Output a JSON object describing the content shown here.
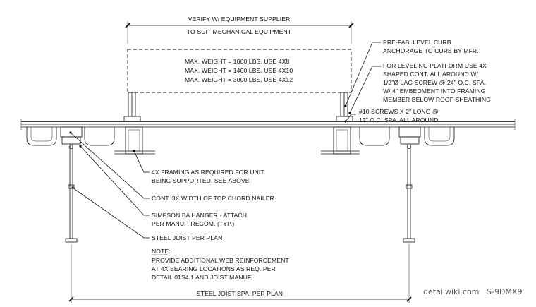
{
  "dimensions": {
    "top_1": "VERIFY W/ EQUIPMENT SUPPLIER",
    "top_2": "TO SUIT MECHANICAL EQUIPMENT",
    "bottom": "STEEL JOIST SPA. PER PLAN"
  },
  "equipment": [
    "MAX. WEIGHT = 1000 LBS. USE 4X8",
    "MAX. WEIGHT = 1400 LBS. USE 4X10",
    "MAX. WEIGHT = 3000 LBS. USE 4X12"
  ],
  "callouts_right": {
    "curb": [
      "PRE-FAB. LEVEL CURB",
      "ANCHORAGE TO CURB BY MFR."
    ],
    "platform": [
      "FOR LEVELING PLATFORM USE 4X",
      "SHAPED CONT. ALL AROUND W/",
      "1/2\"Ø LAG SCREW @ 24\" O.C. SPA.",
      "W/ 4\" EMBEDMENT INTO FRAMING",
      "MEMBER BELOW ROOF SHEATHING"
    ],
    "screws": [
      "#10 SCREWS X 2\" LONG @",
      "12\" O.C. SPA. ALL AROUND"
    ]
  },
  "callouts_left": {
    "framing": [
      "4X FRAMING AS REQUIRED FOR UNIT",
      "BEING SUPPORTED. SEE ABOVE"
    ],
    "nailer": [
      "CONT. 3X WIDTH OF TOP CHORD NAILER"
    ],
    "hanger": [
      "SIMPSON BA HANGER - ATTACH",
      "PER MANUF. RECOM. (TYP.)"
    ],
    "joist": [
      "STEEL JOIST PER PLAN"
    ]
  },
  "note": {
    "title": "NOTE:",
    "lines": [
      "PROVIDE ADDITIONAL WEB REINFORCEMENT",
      "AT 4X BEARING LOCATIONS AS REQ. PER",
      "DETAIL 01S4.1 AND JOIST MANUF."
    ]
  },
  "watermark": {
    "site": "detailwiki.com",
    "code": "S-9DMX9"
  }
}
